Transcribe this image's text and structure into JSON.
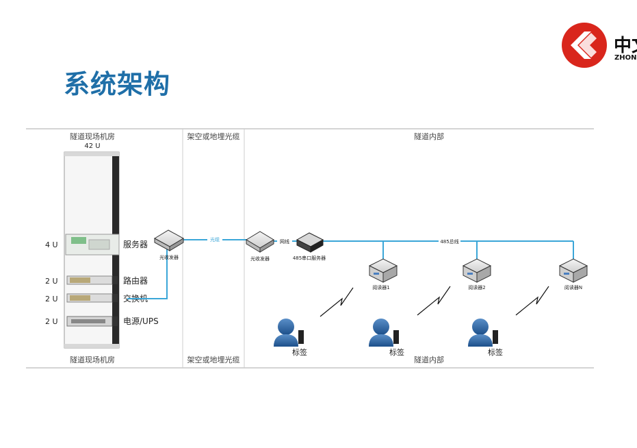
{
  "page": {
    "title": "系统架构"
  },
  "logo": {
    "text": "中文",
    "sub": "ZHON"
  },
  "diagram": {
    "sections": {
      "machine_room_top": "隧道现场机房",
      "machine_room_bottom": "隧道现场机房",
      "cable_top": "架空或地埋光缆",
      "cable_bottom": "架空或地埋光缆",
      "tunnel_top": "隧道内部",
      "tunnel_bottom": "隧道内部"
    },
    "rack": {
      "size": "42 U",
      "slots": [
        {
          "u": "4 U",
          "label": "服务器"
        },
        {
          "u": "2 U",
          "label": "路由器"
        },
        {
          "u": "2 U",
          "label": "交换机"
        },
        {
          "u": "2 U",
          "label": "电源/UPS"
        }
      ]
    },
    "devices": {
      "transceiver_left": "光收发器",
      "fiber_label": "光缆",
      "transceiver_right": "光收发器",
      "network_label": "网线",
      "serial_server": "485串口服务器",
      "bus_label": "485总线"
    },
    "readers": [
      "阅读器1",
      "阅读器2",
      "阅读器N"
    ],
    "tags": [
      "标签",
      "标签",
      "标签"
    ],
    "colors": {
      "title": "#1f6fa8",
      "link": "#3aa6d8",
      "logo_red": "#d9261c"
    }
  }
}
